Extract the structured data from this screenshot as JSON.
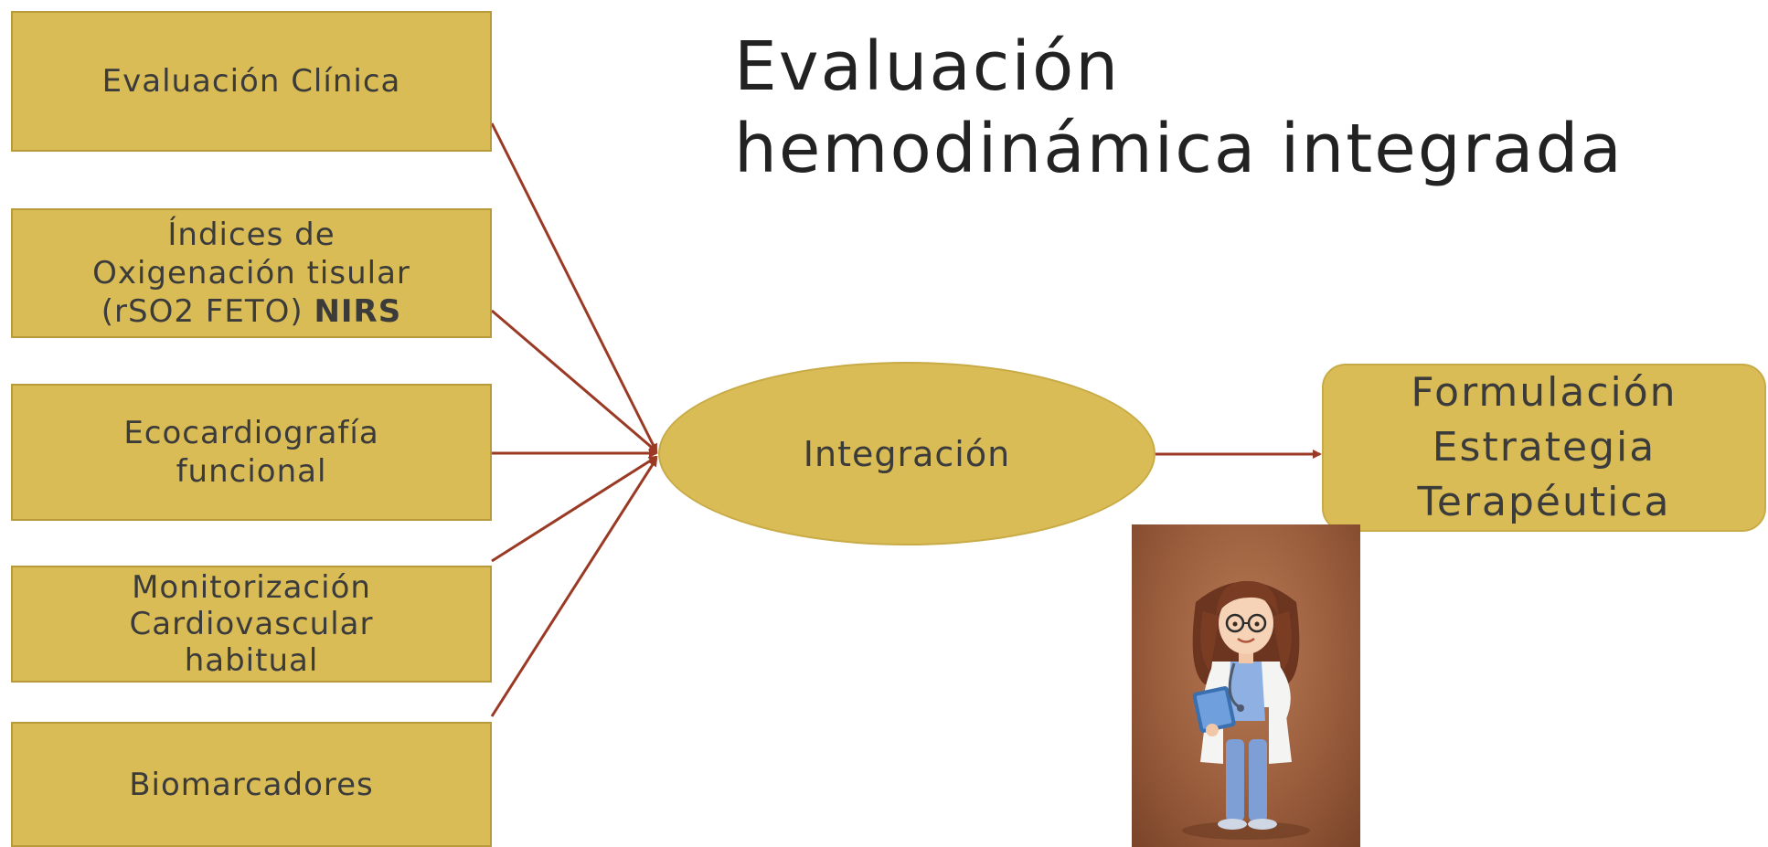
{
  "title": {
    "line1": "Evaluación",
    "line2": "hemodinámica integrada"
  },
  "inputs": [
    {
      "label": "Evaluación Clínica"
    },
    {
      "label_pre": "Índices de\nOxigenación tisular\n(rSO2 FETO) ",
      "label_bold": "NIRS"
    },
    {
      "label": "Ecocardiografía\nfuncional"
    },
    {
      "label": "Monitorización\nCardiovascular\nhabitual"
    },
    {
      "label": "Biomarcadores"
    }
  ],
  "center": {
    "label": "Integración"
  },
  "output": {
    "label": "Formulación\nEstrategia\nTerapéutica"
  },
  "colors": {
    "box_fill": "#d9bc56",
    "arrow": "#9a3a25",
    "background": "#ffffff"
  },
  "illustration": {
    "icon": "doctor-illustration"
  }
}
